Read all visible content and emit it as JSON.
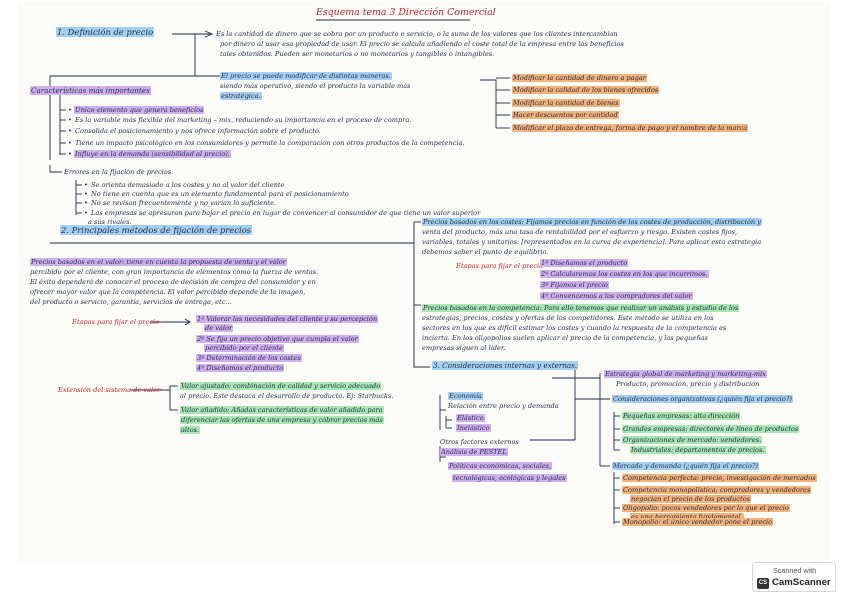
{
  "title": "Esquema tema 3 Dirección Comercial",
  "s1": {
    "heading": "1. Definición de precio",
    "def": [
      "Es la cantidad de dinero que se cobra por un producto o servicio, o la suma de los valores que los clientes intercambian",
      "por dinero al usar esa propiedad de usar. El precio se calcula añadiendo el coste total de la empresa entre los beneficios",
      "tales obtenidos. Pueden ser monetarios o no monetarios y tangibles o intangibles."
    ],
    "mod": [
      "El precio se puede modificar de distintas maneras.",
      "siendo más operativo, siendo el producto la variable más",
      "estratégica."
    ],
    "mod_items": [
      "Modificar la cantidad de dinero a pagar",
      "Modificar la calidad de los bienes ofrecidos",
      "Modificar la cantidad de bienes",
      "Hacer descuentos por cantidad",
      "Modificar el plazo de entrega, forma de pago y el nombre de la marca"
    ],
    "car_heading": "Características más importantes",
    "car": [
      "Único elemento que genera beneficios",
      "Es la variable más flexible del marketing – mix, reduciendo su importancia en el proceso de compra.",
      "Consolida el posicionamiento y nos ofrece información sobre el producto.",
      "Tiene un impacto psicológico en los consumidores y permite la comparación con otros productos de la competencia.",
      "Influye en la demanda (sensibilidad al precio)."
    ],
    "err_heading": "Errores en la fijación de precios.",
    "err": [
      "Se orienta demasiado a los costes y no al valor del cliente",
      "No tiene en cuenta que es un elemento fundamental para el posicionamiento",
      "No se revisan frecuentemente y no varían lo suficiente.",
      "Las empresas se apresuran para bajar el precio en lugar de convencer al consumidor de que tiene un valor superior",
      "a sus rivales."
    ]
  },
  "s2": {
    "heading": "2. Principales métodos de fijación de precios",
    "valor": [
      "Precios basados en el valor: tiene en cuenta la propuesta de venta y el valor",
      "percibido por el cliente, con gran importancia de elementos como la fuerza de ventas.",
      "El éxito dependerá de conocer el proceso de decisión de compra del consumidor y en",
      "ofrecer mayor valor que la competencia. El valor percibido depende de la imagen,",
      "del producto o servicio, garantía, servicios de entrega, etc..."
    ],
    "etapas_label": "Etapas para fijar el precio →",
    "etapas_valor": [
      "1º Valorar las necesidades del cliente y su percepción",
      "de valor",
      "2º Se fija un precio objetivo que cumpla el valor",
      "percibido por el cliente",
      "3º Determinación de los costes",
      "4º Diseñamos el producto"
    ],
    "ext_heading": "Extensión del sistema de valor →",
    "ext": [
      "Valor ajustado: combinación de calidad y servicio adecuado",
      "al precio. Este destaca el desarrollo de producto. Ej: Starbucks.",
      "Valor añadido: Añadas características de valor añadido para",
      "diferenciar las ofertas de una empresa y cobrar precios más",
      "altos."
    ],
    "costes": [
      "Precios basados en los costes: Fijamos precios en función de los costes de producción, distribución y",
      "venta del producto, más una tasa de rentabilidad por el esfuerzo y riesgo. Existen costes fijos,",
      "variables, totales y unitarios. [representados en la curva de experiencia]. Para aplicar esta estrategia",
      "debemos saber el punto de equilibrio."
    ],
    "etapas_costes_label": "Etapas para fijar el precio →",
    "etapas_costes": [
      "1º Diseñamos el producto",
      "2º Calcularemos los costes en los que incurrimos.",
      "3º Fijamos el precio",
      "4º Convencemos a los compradores del valor"
    ],
    "competencia": [
      "Precios basados en la competencia: Para ello tenemos que realizar un análisis y estudio de los",
      "estrategias, precios, costes y ofertas de los competidores. Este método se utiliza en los",
      "sectores en los que es difícil estimar los costes y cuando la respuesta de la competencia es",
      "incierta. En los oligopolios suelen aplicar el precio de la competencia, y las pequeñas",
      "empresas siguen al líder."
    ]
  },
  "s3": {
    "heading": "3. Consideraciones internas y externas.",
    "internas": [
      "Estrategia global de marketing y marketing-mix",
      "Producto, promoción, precio y distribución"
    ],
    "economia": [
      "Economía",
      "Relación entre precio y demanda",
      "Elástico",
      "Inelástico"
    ],
    "org": [
      "Consideraciones organizativas (¿quién fija el precio?)",
      "Pequeñas empresas: alta dirección",
      "Grandes empresas: directores de línea de productos",
      "Organizaciones de mercado: vendedores.",
      "Industriales: departamentos de precios."
    ],
    "otros": [
      "Otros factores externos",
      "Análisis de PESTEL",
      "Políticas económicas, sociales,",
      "tecnológicas, ecológicas y legales"
    ],
    "mercado": [
      "Mercado y demanda (¿quién fija el precio?)",
      "Competencia perfecta: precio, investigación de mercados",
      "Competencia monopolística: compradores y vendedores",
      "negocian el precio de los productos",
      "Oligopolio: pocos vendedores por lo que el precio",
      "es una herramienta fundamental.",
      "Monopolio: el único vendedor pone el precio"
    ]
  },
  "badge": {
    "top": "Scanned with",
    "logo": "CS",
    "name": "CamScanner"
  }
}
